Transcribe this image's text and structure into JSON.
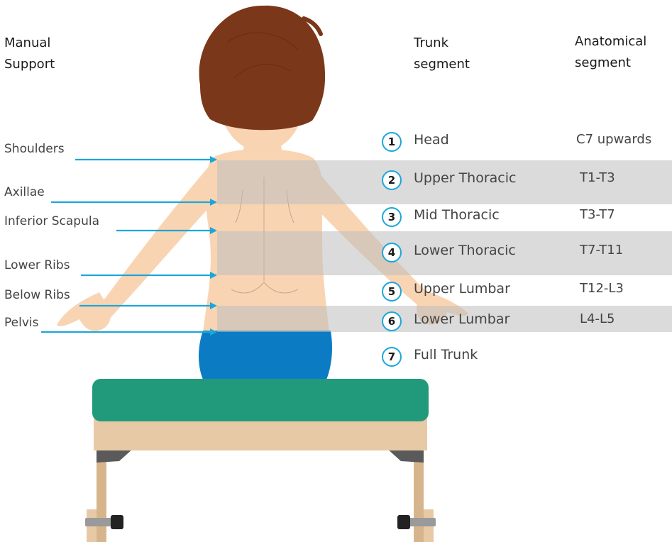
{
  "headers": {
    "manual_support": "Manual Support",
    "trunk_segment": "Trunk segment",
    "anatomical_segment": "Anatomical segment"
  },
  "manual_support_levels": [
    "Shoulders",
    "Axillae",
    "Inferior Scapula",
    "Lower Ribs",
    "Below Ribs",
    "Pelvis"
  ],
  "segments": [
    {
      "number": "1",
      "trunk": "Head",
      "anatomical": "C7 upwards"
    },
    {
      "number": "2",
      "trunk": "Upper Thoracic",
      "anatomical": "T1-T3"
    },
    {
      "number": "3",
      "trunk": "Mid Thoracic",
      "anatomical": "T3-T7"
    },
    {
      "number": "4",
      "trunk": "Lower Thoracic",
      "anatomical": "T7-T11"
    },
    {
      "number": "5",
      "trunk": "Upper Lumbar",
      "anatomical": "T12-L3"
    },
    {
      "number": "6",
      "trunk": "Lower Lumbar",
      "anatomical": "L4-L5"
    },
    {
      "number": "7",
      "trunk": "Full Trunk",
      "anatomical": ""
    }
  ],
  "colors": {
    "arrow": "#1ca6d9",
    "band": "#bdbdbd",
    "hair": "#7b3719",
    "skin": "#f9d4b3",
    "shorts": "#0b7cc4",
    "bench_top": "#219a7c",
    "bench_frame": "#e8c9a6"
  }
}
